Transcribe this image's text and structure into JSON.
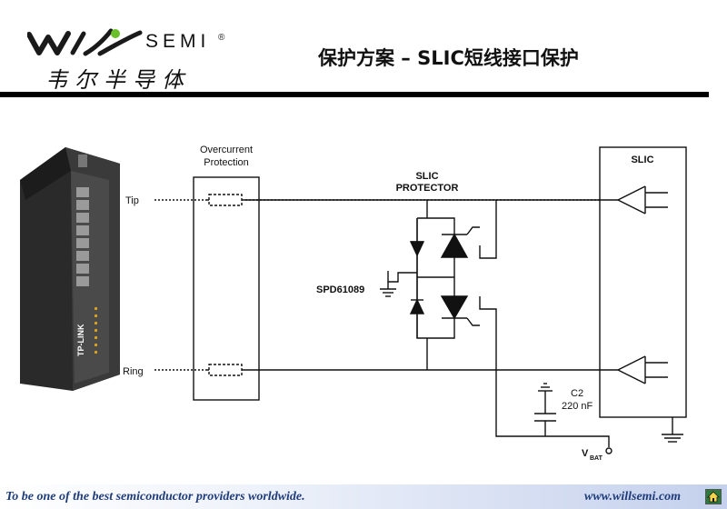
{
  "header": {
    "logo_text": "SEMI",
    "logo_registered": "®",
    "logo_cn": "韦尔半导体",
    "title": "保护方案 – SLIC短线接口保护"
  },
  "device": {
    "brand": "TP-LINK"
  },
  "diagram": {
    "overcurrent_label_1": "Overcurrent",
    "overcurrent_label_2": "Protection",
    "tip_label": "Tip",
    "ring_label": "Ring",
    "protector_label_1": "SLIC",
    "protector_label_2": "PROTECTOR",
    "part_label": "SPD61089",
    "slic_label": "SLIC",
    "cap_name": "C2",
    "cap_value": "220 nF",
    "vbat_label": "V",
    "vbat_sub": "BAT"
  },
  "footer": {
    "slogan": "To be one of the best semiconductor providers worldwide.",
    "url": "www.willsemi.com"
  },
  "colors": {
    "logo_green": "#6bbf2a",
    "footer_text": "#1f3c7a",
    "home_green": "#2e7a3e"
  }
}
